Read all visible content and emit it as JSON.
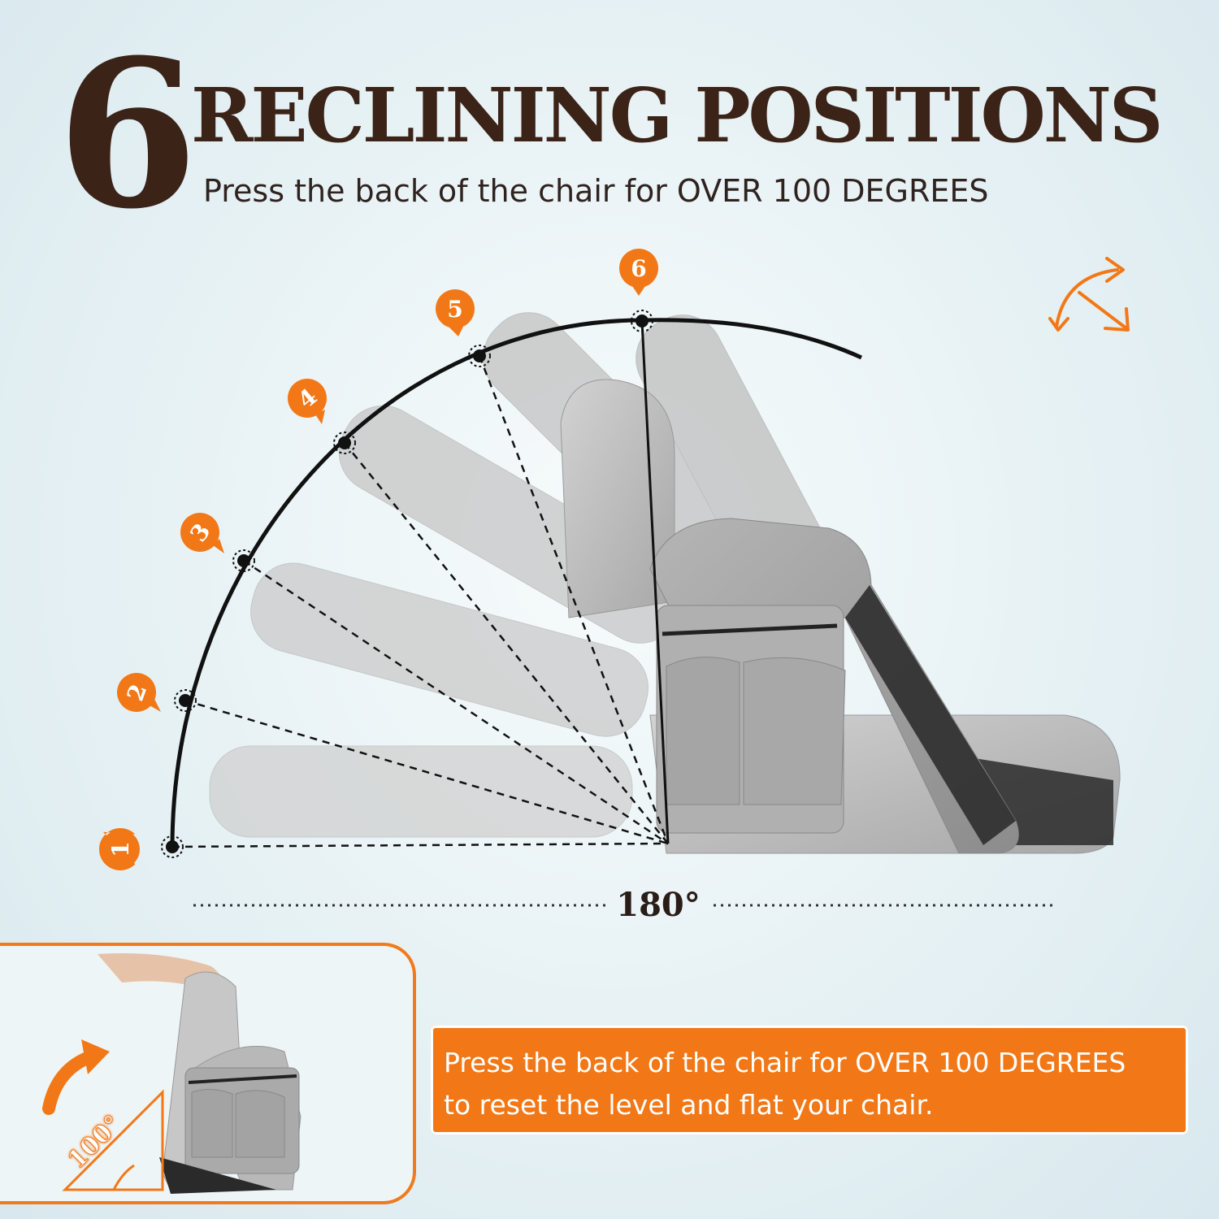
{
  "heading": {
    "number": "6",
    "title": "RECLINING POSITIONS",
    "subtitle": "Press the back of the chair for OVER 100 DEGREES"
  },
  "positions": [
    "1",
    "2",
    "3",
    "4",
    "5",
    "6"
  ],
  "angle_label": "180°",
  "inset": {
    "angle_label": "100°"
  },
  "banner": {
    "line1": "Press the back of the chair for OVER 100 DEGREES",
    "line2": "to reset the level and flat your chair."
  },
  "colors": {
    "accent": "#f27817",
    "heading": "#3b2318",
    "fabric": "#b9b9b9"
  },
  "icons": [
    "recline-arrow-icon",
    "rotate-arrow-icon"
  ]
}
